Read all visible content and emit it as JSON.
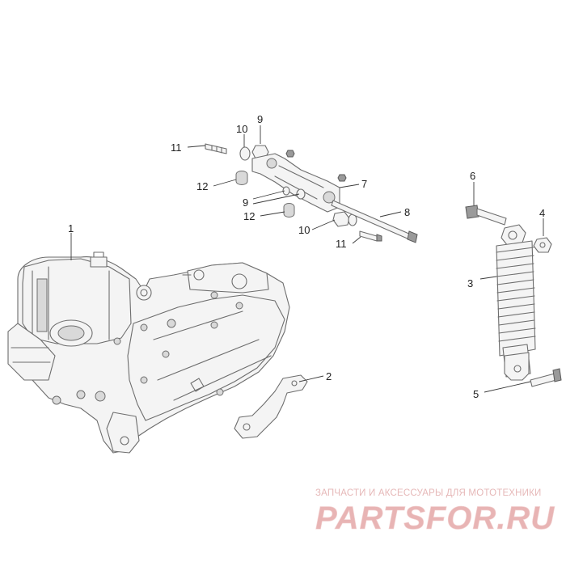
{
  "callouts": [
    {
      "id": "1",
      "label": "1"
    },
    {
      "id": "2",
      "label": "2"
    },
    {
      "id": "3",
      "label": "3"
    },
    {
      "id": "4",
      "label": "4"
    },
    {
      "id": "5",
      "label": "5"
    },
    {
      "id": "6",
      "label": "6"
    },
    {
      "id": "7",
      "label": "7"
    },
    {
      "id": "8",
      "label": "8"
    },
    {
      "id": "9a",
      "label": "9"
    },
    {
      "id": "9b",
      "label": "9"
    },
    {
      "id": "10a",
      "label": "10"
    },
    {
      "id": "10b",
      "label": "10"
    },
    {
      "id": "11a",
      "label": "11"
    },
    {
      "id": "11b",
      "label": "11"
    },
    {
      "id": "12a",
      "label": "12"
    },
    {
      "id": "12b",
      "label": "12"
    }
  ],
  "watermark": {
    "tagline": "ЗАПЧАСТИ И АКСЕССУАРЫ ДЛЯ МОТОТЕХНИКИ",
    "logo_text": "PARTSFOR.RU",
    "color": "#e8b4b4"
  }
}
